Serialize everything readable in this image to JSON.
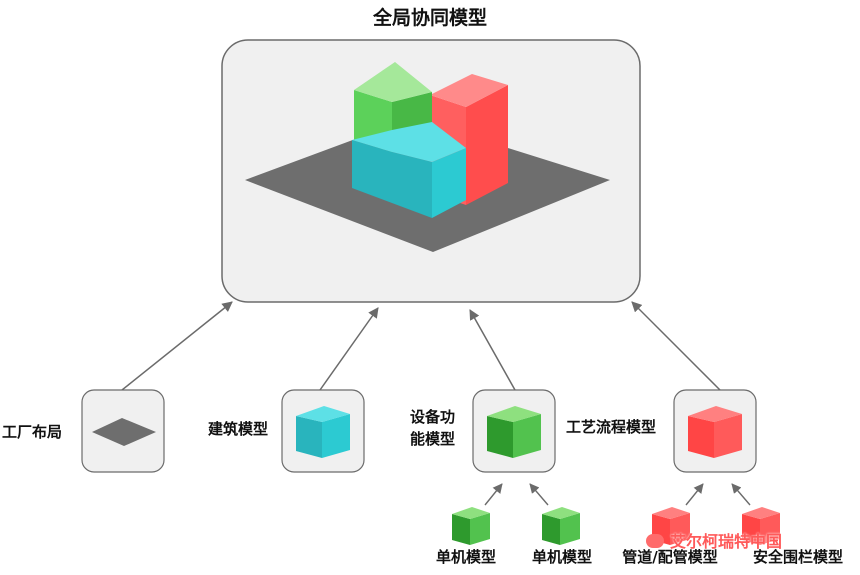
{
  "title": "全局协同模型",
  "modules": [
    {
      "id": "factory-layout",
      "label": "工厂布局"
    },
    {
      "id": "building",
      "label": "建筑模型"
    },
    {
      "id": "equipment",
      "label_line1": "设备功",
      "label_line2": "能模型"
    },
    {
      "id": "process-flow",
      "label": "工艺流程模型"
    }
  ],
  "sub_models": [
    {
      "id": "single-1",
      "label": "单机模型"
    },
    {
      "id": "single-2",
      "label": "单机模型"
    },
    {
      "id": "piping",
      "label": "管道/配管模型"
    },
    {
      "id": "guardrail",
      "label": "安全围栏模型"
    }
  ],
  "colors": {
    "panel_fill": "#f0f0f0",
    "panel_stroke": "#6b6b6b",
    "floor": "#6e6e6e",
    "arrow": "#6b6b6b",
    "cyan": "#2bc4cc",
    "green": "#4fc04a",
    "red": "#f54545"
  },
  "watermark": {
    "text": "艾尔柯瑞特中国",
    "icon": "wechat-icon"
  }
}
